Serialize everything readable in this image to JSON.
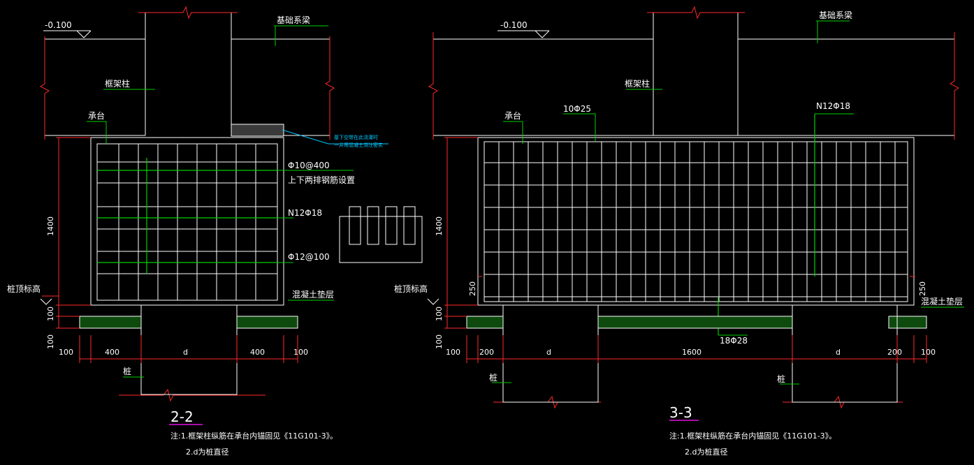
{
  "colors": {
    "background": "#000000",
    "outline_white": "#ffffff",
    "break_red": "#ff2a2a",
    "leader_green": "#00d000",
    "cyan": "#00c8ff",
    "hatch": "#18a818",
    "magenta": "#e010e0",
    "text": "#ffffff"
  },
  "left": {
    "elevation": "-0.100",
    "foundation_beam": "基础系梁",
    "frame_column": "框架柱",
    "cap": "承台",
    "cyan_note_1": "基下空带在此浇灌时",
    "cyan_note_2": "一并用混凝土浇注密实",
    "bar_top_1": "Φ10@400",
    "bar_top_2": "上下两排钢筋设置",
    "bar_mid": "N12Φ18",
    "bar_bot": "Φ12@100",
    "pile_top": "桩顶标高",
    "cushion": "混凝土垫层",
    "dim_height": "1400",
    "dim_100a": "100",
    "dim_100b": "100",
    "dims_bottom": [
      "100",
      "400",
      "d",
      "400",
      "100"
    ],
    "pile": "桩",
    "section": "2-2",
    "note_1": "注:1.框架柱纵筋在承台内锚固见《11G101-3》。",
    "note_2": "2.d为桩直径"
  },
  "right": {
    "elevation": "-0.100",
    "foundation_beam": "基础系梁",
    "frame_column": "框架柱",
    "cap": "承台",
    "top_bar": "10Φ25",
    "side_bar": "N12Φ18",
    "pile_top": "桩顶标高",
    "cushion": "混凝土垫层",
    "dim_height": "1400",
    "dim_250_left": "250",
    "dim_250_right": "250",
    "dim_100a": "100",
    "dim_100b": "100",
    "bottom_bar": "18Φ28",
    "dims_bottom": [
      "100",
      "200",
      "d",
      "1600",
      "d",
      "200",
      "100"
    ],
    "pile_left": "桩",
    "pile_right": "桩",
    "section": "3-3",
    "note_1": "注:1.框架柱纵筋在承台内锚固见《11G101-3》。",
    "note_2": "2.d为桩直径"
  }
}
